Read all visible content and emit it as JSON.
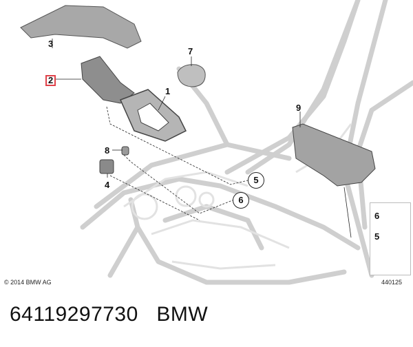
{
  "diagram": {
    "callouts": [
      {
        "id": "c1",
        "label": "1"
      },
      {
        "id": "c2",
        "label": "2"
      },
      {
        "id": "c3",
        "label": "3"
      },
      {
        "id": "c4",
        "label": "4"
      },
      {
        "id": "c5",
        "label": "5"
      },
      {
        "id": "c6",
        "label": "6"
      },
      {
        "id": "c7",
        "label": "7"
      },
      {
        "id": "c8",
        "label": "8"
      },
      {
        "id": "c9",
        "label": "9"
      }
    ],
    "legend": {
      "item_a": "6",
      "item_b": "5"
    },
    "copyright": "© 2014 BMW AG",
    "diagram_id": "440125"
  },
  "part_number": "64119297730",
  "brand": "BMW",
  "colors": {
    "highlight_box": "#e0424a",
    "body_gray": "#cfcfcf",
    "part_gray": "#9a9a9a"
  }
}
